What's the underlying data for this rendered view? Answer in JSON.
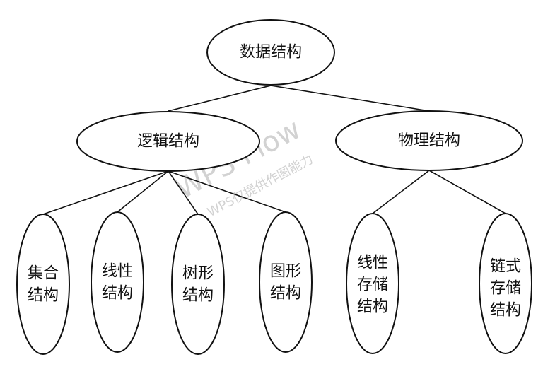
{
  "diagram": {
    "root": {
      "label": "数据结构"
    },
    "logical": {
      "label": "逻辑结构",
      "children": [
        {
          "lines": [
            "集合",
            "结构"
          ]
        },
        {
          "lines": [
            "线性",
            "结构"
          ]
        },
        {
          "lines": [
            "树形",
            "结构"
          ]
        },
        {
          "lines": [
            "图形",
            "结构"
          ]
        }
      ]
    },
    "physical": {
      "label": "物理结构",
      "children": [
        {
          "lines": [
            "线性",
            "存储",
            "结构"
          ]
        },
        {
          "lines": [
            "链式",
            "存储",
            "结构"
          ]
        }
      ]
    }
  },
  "watermark": {
    "line1": "WPS Flow",
    "line2": "WPS仅提供作图能力"
  }
}
